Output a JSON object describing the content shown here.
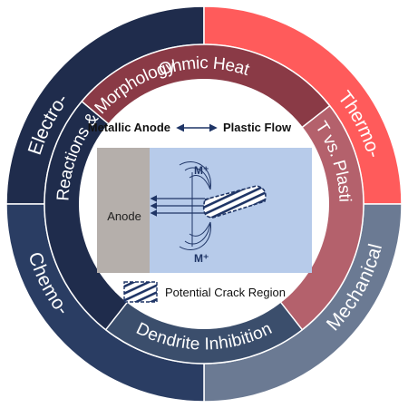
{
  "colors": {
    "electro": "#1f2c4c",
    "thermo": "#ff5b5b",
    "mechanical": "#6b7a93",
    "chemo": "#2a3d63",
    "ohmic_heat": "#8a3a46",
    "t_vs_plasticity": "#b4616c",
    "dendrite_inhibition": "#3b4e6c",
    "reactions_morphology": "#1f2c4c",
    "panel_bg": "#b7cbea",
    "anode_bg": "#b5afab",
    "arrow": "#1f3566"
  },
  "outer_ring": {
    "electro": "Electro-",
    "thermo": "Thermo-",
    "mechanical": "Mechanical",
    "chemo": "Chemo-"
  },
  "inner_ring": {
    "ohmic_heat": "Ohmic Heat",
    "t_vs_plasticity": "T vs. Plasticity",
    "dendrite_inhibition": "Dendrite Inhibition",
    "reactions_morphology": "Reactions & Morphology"
  },
  "center": {
    "metallic_anode": "Metallic Anode",
    "plastic_flow": "Plastic Flow",
    "anode_label": "Anode",
    "ion_top": "M⁺",
    "ion_bottom": "M⁺",
    "legend_label": "Potential Crack Region"
  }
}
